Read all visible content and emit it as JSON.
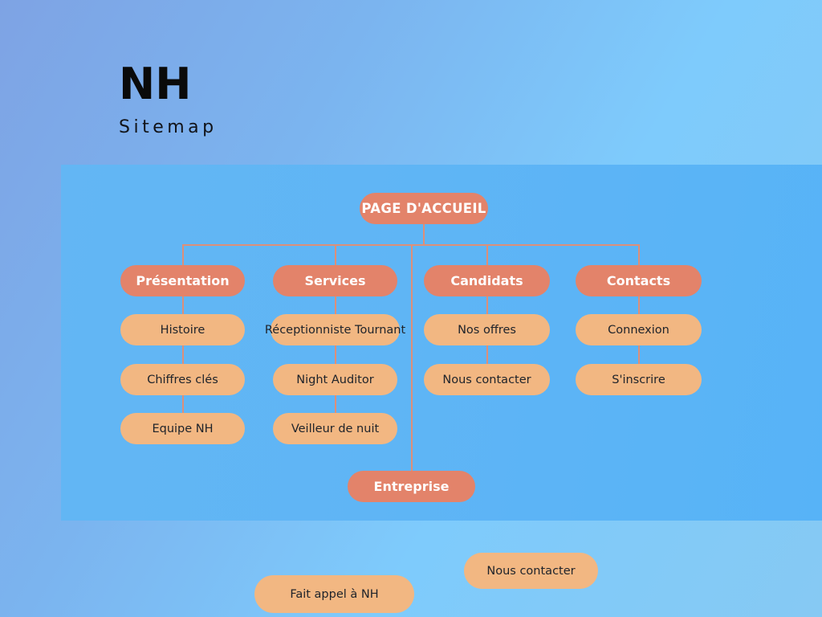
{
  "header": {
    "title": "NH",
    "subtitle": "Sitemap"
  },
  "colors": {
    "accent_coral": "#e3836a",
    "accent_light_orange": "#f2b782",
    "panel_blue": "#5fb5f5",
    "page_blue_left": "#7ea3e4",
    "page_blue_right": "#7ecbfc",
    "connector": "#dd8f79",
    "text_on_coral": "#ffffff",
    "text_on_orange": "#20242b"
  },
  "diagram": {
    "type": "sitemap-tree",
    "root": {
      "label": "PAGE D'ACCUEIL"
    },
    "branches": [
      {
        "label": "Présentation",
        "children": [
          {
            "label": "Histoire"
          },
          {
            "label": "Chiffres clés"
          },
          {
            "label": "Equipe NH"
          }
        ]
      },
      {
        "label": "Services",
        "children": [
          {
            "label": "Réceptionniste Tournant"
          },
          {
            "label": "Night Auditor"
          },
          {
            "label": "Veilleur de nuit"
          }
        ]
      },
      {
        "label": "Candidats",
        "children": [
          {
            "label": "Nos offres"
          },
          {
            "label": "Nous contacter"
          }
        ]
      },
      {
        "label": "Contacts",
        "children": [
          {
            "label": "Connexion"
          },
          {
            "label": "S'inscrire"
          }
        ]
      }
    ],
    "extra_root_child": {
      "label": "Entreprise"
    },
    "detached_nodes": [
      {
        "label": "Nous contacter"
      },
      {
        "label": "Fait appel à NH"
      }
    ]
  }
}
